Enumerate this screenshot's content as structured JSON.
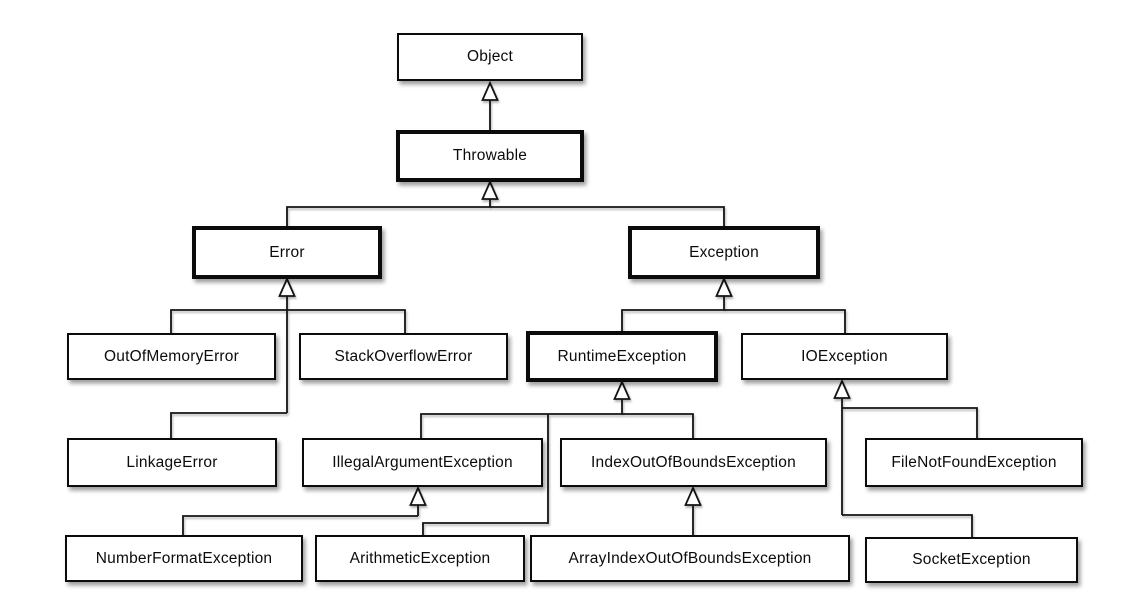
{
  "diagram": {
    "kind": "class-inheritance-hierarchy",
    "background_color": "#ffffff",
    "line_color": "#141414",
    "box_fill_color": "#ffffff",
    "box_border_color": "#0b0b0b",
    "arrow_style": "hollow-triangle-pointing-up"
  },
  "nodes": {
    "object": {
      "label": "Object",
      "bold": false,
      "parent": null
    },
    "throwable": {
      "label": "Throwable",
      "bold": true,
      "parent": "object"
    },
    "error": {
      "label": "Error",
      "bold": true,
      "parent": "throwable"
    },
    "exception": {
      "label": "Exception",
      "bold": true,
      "parent": "throwable"
    },
    "outofmemoryerror": {
      "label": "OutOfMemoryError",
      "bold": false,
      "parent": "error"
    },
    "stackoverflowerror": {
      "label": "StackOverflowError",
      "bold": false,
      "parent": "error"
    },
    "linkageerror": {
      "label": "LinkageError",
      "bold": false,
      "parent": "error"
    },
    "runtimeexception": {
      "label": "RuntimeException",
      "bold": true,
      "parent": "exception"
    },
    "ioexception": {
      "label": "IOException",
      "bold": false,
      "parent": "exception"
    },
    "illegalargumentexception": {
      "label": "IllegalArgumentException",
      "bold": false,
      "parent": "runtimeexception"
    },
    "indexoutofboundsexception": {
      "label": "IndexOutOfBoundsException",
      "bold": false,
      "parent": "runtimeexception"
    },
    "arithmeticexception": {
      "label": "ArithmeticException",
      "bold": false,
      "parent": "runtimeexception"
    },
    "filenotfoundexception": {
      "label": "FileNotFoundException",
      "bold": false,
      "parent": "ioexception"
    },
    "socketexception": {
      "label": "SocketException",
      "bold": false,
      "parent": "ioexception"
    },
    "numberformatexception": {
      "label": "NumberFormatException",
      "bold": false,
      "parent": "illegalargumentexception"
    },
    "arrayindexoutofboundsexception": {
      "label": "ArrayIndexOutOfBoundsException",
      "bold": false,
      "parent": "indexoutofboundsexception"
    }
  }
}
